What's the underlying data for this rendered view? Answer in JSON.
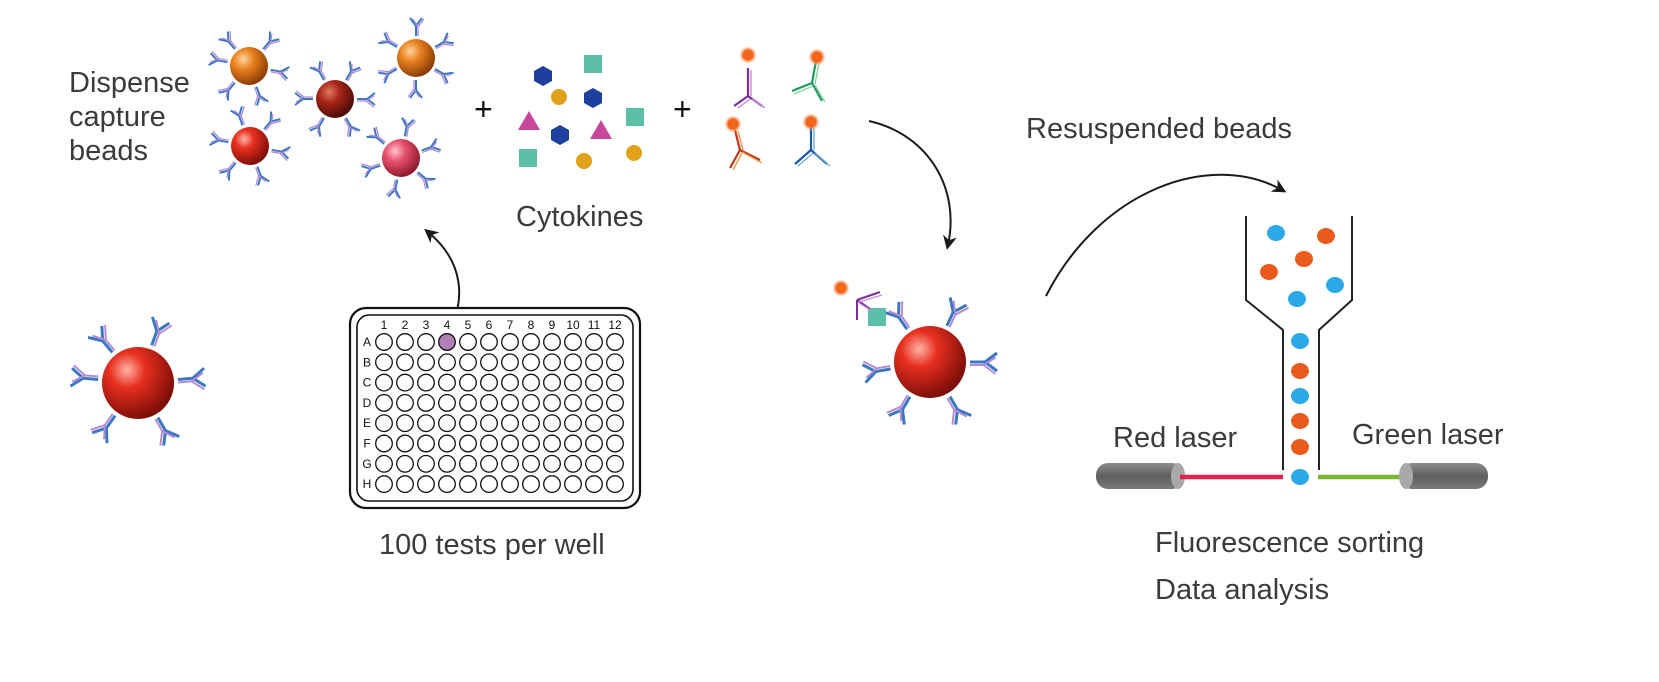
{
  "labels": {
    "dispense_1": "Dispense",
    "dispense_2": "capture",
    "dispense_3": "beads",
    "cytokines": "Cytokines",
    "tests_per_well": "100 tests per well",
    "resuspended": "Resuspended beads",
    "red_laser": "Red laser",
    "green_laser": "Green laser",
    "fluorescence": "Fluorescence sorting",
    "data_analysis": "Data analysis",
    "plus": "+"
  },
  "plate": {
    "columns": [
      "1",
      "2",
      "3",
      "4",
      "5",
      "6",
      "7",
      "8",
      "9",
      "10",
      "11",
      "12"
    ],
    "rows": [
      "A",
      "B",
      "C",
      "D",
      "E",
      "F",
      "G",
      "H"
    ]
  },
  "colors": {
    "bead_red": "#d9221c",
    "bead_orange": "#e87a1e",
    "bead_darkred": "#a8261a",
    "bead_pink": "#e5506a",
    "cyto_blue": "#1f3f9c",
    "cyto_teal": "#5cc0a8",
    "cyto_magenta": "#c7489b",
    "cyto_gold": "#e1a21a",
    "flow_blue": "#2aa9e6",
    "flow_orange": "#ea5a1c",
    "red_laser": "#e0234e",
    "green_laser": "#7ab52f",
    "laser_gray": "#6d6d6d"
  }
}
